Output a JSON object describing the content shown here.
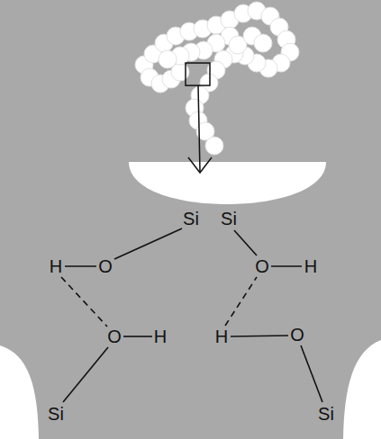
{
  "diagram": {
    "labels": [
      "Si",
      "Si",
      "H",
      "O",
      "O",
      "H",
      "O",
      "H",
      "H",
      "O",
      "Si",
      "Si"
    ]
  }
}
